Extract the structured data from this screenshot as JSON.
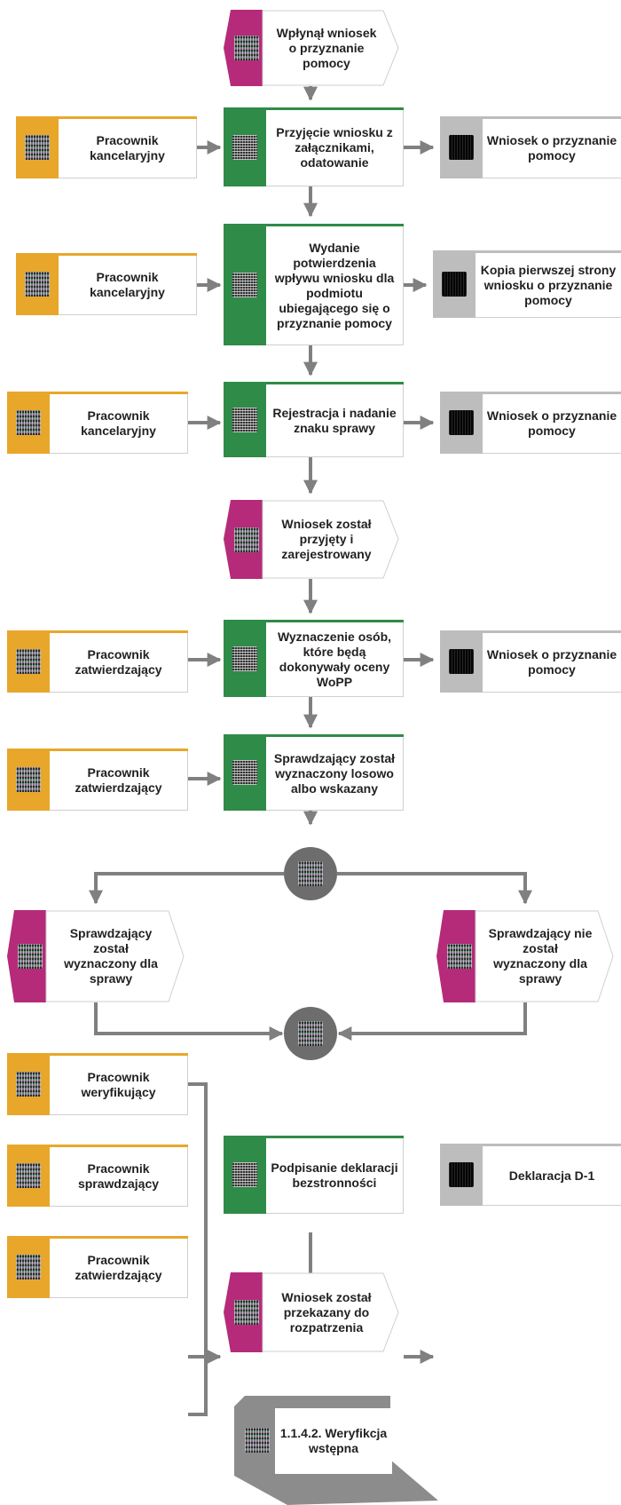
{
  "events": {
    "e1": "Wpłynął wniosek o przyznanie pomocy",
    "e2": "Wniosek został przyjęty i zarejestrowany",
    "e3": "Sprawdzający został wyznaczony dla sprawy",
    "e4": "Sprawdzający nie został wyznaczony dla sprawy",
    "e5": "Wniosek został przekazany do rozpatrzenia"
  },
  "processes": {
    "p1": "Przyjęcie wniosku z załącznikami, odatowanie",
    "p2": "Wydanie potwierdzenia wpływu wniosku dla podmiotu ubiegającego się o przyznanie pomocy",
    "p3": "Rejestracja i nadanie znaku sprawy",
    "p4": "Wyznaczenie osób, które będą dokonywały oceny WoPP",
    "p5": "Sprawdzający został wyznaczony losowo albo wskazany",
    "p6": "Podpisanie deklaracji bezstronności"
  },
  "actors": {
    "a1": "Pracownik kancelaryjny",
    "a2": "Pracownik kancelaryjny",
    "a3": "Pracownik kancelaryjny",
    "a4": "Pracownik zatwierdzający",
    "a5": "Pracownik zatwierdzający",
    "a6": "Pracownik weryfikujący",
    "a7": "Pracownik sprawdzający",
    "a8": "Pracownik zatwierdzający"
  },
  "documents": {
    "d1": "Wniosek o przyznanie pomocy",
    "d2": "Kopia pierwszej strony wniosku o przyznanie pomocy",
    "d3": "Wniosek o przyznanie pomocy",
    "d4": "Wniosek o przyznanie pomocy",
    "d5": "Deklaracja D-1"
  },
  "final": {
    "label": "1.1.4.2. Weryfikcja wstępna"
  },
  "colors": {
    "event": "#b52b79",
    "process": "#2f8b48",
    "actor": "#e8a72a",
    "document": "#bdbdbd",
    "connector": "#808080",
    "gateway": "#6d6d6d"
  }
}
